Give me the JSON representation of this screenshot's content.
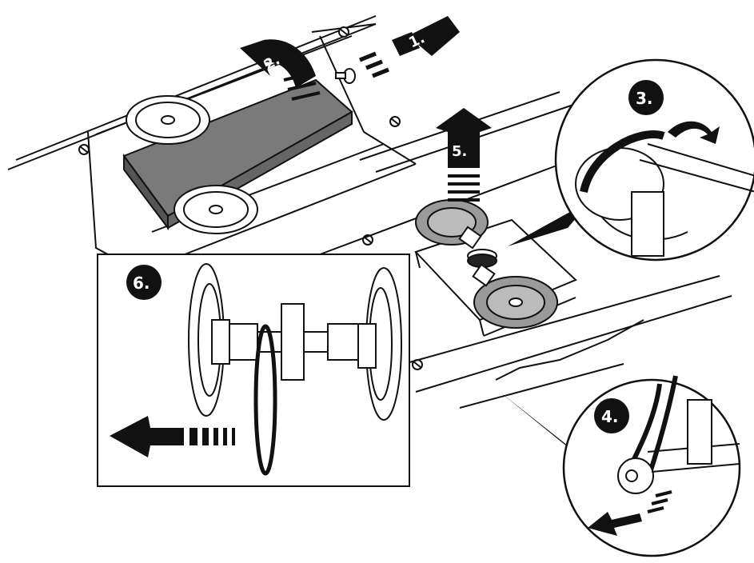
{
  "steps": {
    "s1": "1.",
    "s2": "2.",
    "s3": "3.",
    "s4": "4.",
    "s5": "5.",
    "s6": "6."
  },
  "colors": {
    "ink": "#111111",
    "motor_block": "#7a7a7a",
    "wheel_fill": "#9a9a9a",
    "paper": "#ffffff"
  },
  "icons": {
    "arrow_right": "arrow-right-icon",
    "arrow_up": "arrow-up-icon",
    "arrow_left": "arrow-left-icon",
    "rotate": "rotate-arrow-icon",
    "screw": "screw-icon"
  }
}
